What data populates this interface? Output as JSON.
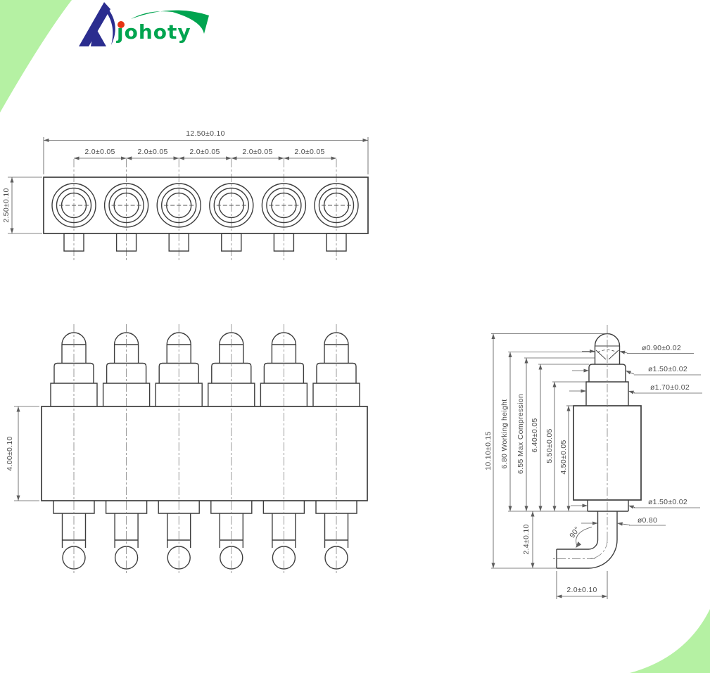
{
  "brand": {
    "name": "johoty"
  },
  "views": {
    "top": {
      "pin_count": 6,
      "overall_width": "12.50±0.10",
      "pitch": [
        "2.0±0.05",
        "2.0±0.05",
        "2.0±0.05",
        "2.0±0.05",
        "2.0±0.05"
      ],
      "body_height": "2.50±0.10"
    },
    "front": {
      "body_height": "4.00±0.10"
    },
    "side": {
      "overall_height": "10.10±0.15",
      "working_height": "6.80 Working height",
      "max_compression": "6.55 Max Compression",
      "dim_to_plunger_step": "6.40±0.05",
      "dim_to_barrel_step": "5.50±0.05",
      "dim_to_barrel_top": "4.50±0.05",
      "tail_height": "2.4±0.10",
      "tip_diameter": "ø0.90±0.02",
      "plunger_diameter": "ø1.50±0.02",
      "step_diameter": "ø1.70±0.02",
      "flange_diameter": "ø1.50±0.02",
      "tail_diameter": "ø0.80",
      "bend_angle": "90°",
      "foot_length": "2.0±0.10"
    }
  },
  "colors": {
    "corner_green": "#b5f1a3",
    "logo_green": "#00a44f",
    "logo_blue": "#2b2d8f",
    "logo_dot_red": "#e63312",
    "line": "#3d3d3d"
  }
}
